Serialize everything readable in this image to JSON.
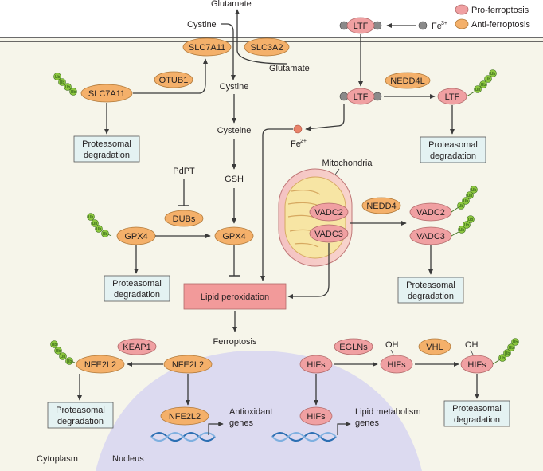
{
  "legend": {
    "pro": "Pro-ferroptosis",
    "anti": "Anti-ferroptosis"
  },
  "colors": {
    "pro": "#f0a0a2",
    "anti": "#f4b06a",
    "box": "#e4f2f2",
    "lipid": "#f29a9a",
    "cytoplasm": "#f6f5ea",
    "nucleus": "#dcdaf0",
    "ub": "#8cc63f"
  },
  "nodes": {
    "glutamate_top": "Glutamate",
    "cystine_top": "Cystine",
    "slc7a11_mem": "SLC7A11",
    "slc3a2": "SLC3A2",
    "glutamate_mid": "Glutamate",
    "ltf_top": "LTF",
    "fe3": "Fe",
    "fe3_sup": "3+",
    "slc7a11_ub": "SLC7A11",
    "otub1": "OTUB1",
    "cystine_mid": "Cystine",
    "ltf_mid": "LTF",
    "nedd4l": "NEDD4L",
    "ltf_right": "LTF",
    "cysteine": "Cysteine",
    "fe2": "Fe",
    "fe2_sup": "2+",
    "pdpt": "PdPT",
    "gsh": "GSH",
    "mitochondria": "Mitochondria",
    "vadc2_mito": "VADC2",
    "vadc3_mito": "VADC3",
    "nedd4": "NEDD4",
    "vadc2_right": "VADC2",
    "vadc3_right": "VADC3",
    "dubs": "DUBs",
    "gpx4_ub": "GPX4",
    "gpx4": "GPX4",
    "lipid": "Lipid peroxidation",
    "ferroptosis": "Ferroptosis",
    "keap1": "KEAP1",
    "nfe2l2_ub": "NFE2L2",
    "nfe2l2": "NFE2L2",
    "nfe2l2_nuc": "NFE2L2",
    "egln": "EGLNs",
    "vhl": "VHL",
    "hifs": "HIFs",
    "hifs_oh": "HIFs",
    "hifs_ub": "HIFs",
    "hifs_nuc": "HIFs",
    "oh1": "OH",
    "oh2": "OH",
    "antioxidant1": "Antioxidant",
    "antioxidant2": "genes",
    "lipidmeta1": "Lipid metabolism",
    "lipidmeta2": "genes",
    "cytoplasm": "Cytoplasm",
    "nucleus": "Nucleus",
    "ub": "Ub"
  },
  "degradation": {
    "line1": "Proteasomal",
    "line2": "degradation"
  }
}
